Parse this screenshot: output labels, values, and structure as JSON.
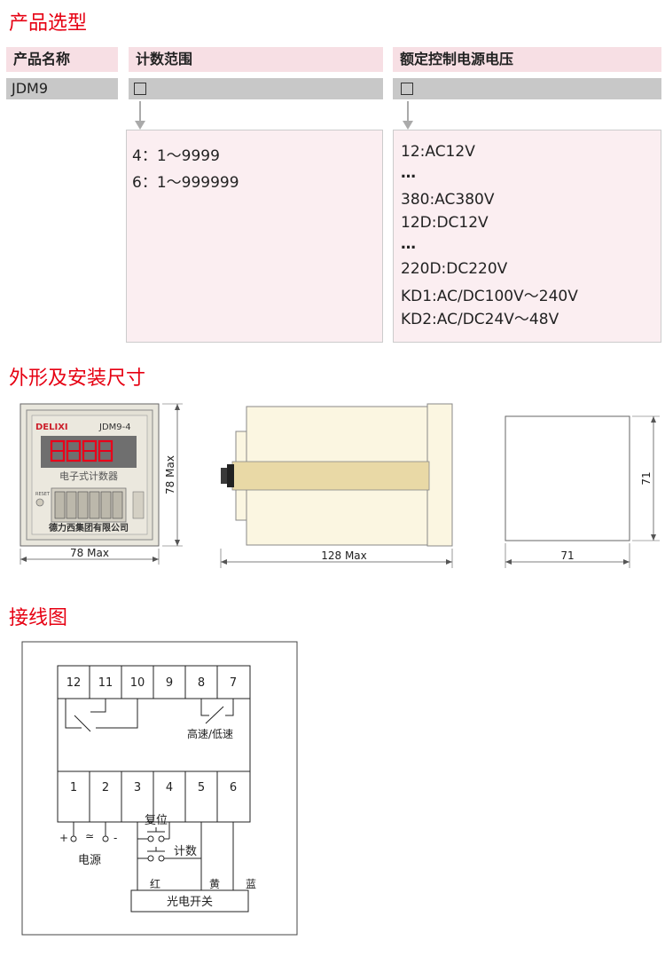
{
  "selection": {
    "title": "产品选型",
    "headers": {
      "product_name": "产品名称",
      "count_range": "计数范围",
      "rated_voltage": "额定控制电源电压"
    },
    "model": "JDM9",
    "placeholder_box": "□",
    "count_options": [
      "4：1～9999",
      "6：1～999999"
    ],
    "voltage_options": [
      "12:AC12V",
      "…",
      "380:AC380V",
      "12D:DC12V",
      "…",
      "220D:DC220V",
      "KD1:AC/DC100V～240V",
      "KD2:AC/DC24V～48V"
    ]
  },
  "dimensions": {
    "title": "外形及安装尺寸",
    "front": {
      "brand": "DELIXI",
      "model": "JDM9-4",
      "name": "电子式计数器",
      "reset": "RESET",
      "company": "德力西集团有限公司",
      "width_label": "78 Max",
      "height_label": "78 Max"
    },
    "side": {
      "depth_label": "128 Max"
    },
    "cutout": {
      "width_label": "71",
      "height_label": "71"
    }
  },
  "wiring": {
    "title": "接线图",
    "top_terminals": [
      "12",
      "11",
      "10",
      "9",
      "8",
      "7"
    ],
    "bottom_terminals": [
      "1",
      "2",
      "3",
      "4",
      "5",
      "6"
    ],
    "speed_label": "高速/低速",
    "power_plus": "+",
    "power_tilde": "≃",
    "power_minus": "-",
    "power_label": "电源",
    "reset_label": "复位",
    "count_label": "计数",
    "wire_red": "红",
    "wire_yellow": "黄",
    "wire_blue": "蓝",
    "sensor_label": "光电开关"
  }
}
